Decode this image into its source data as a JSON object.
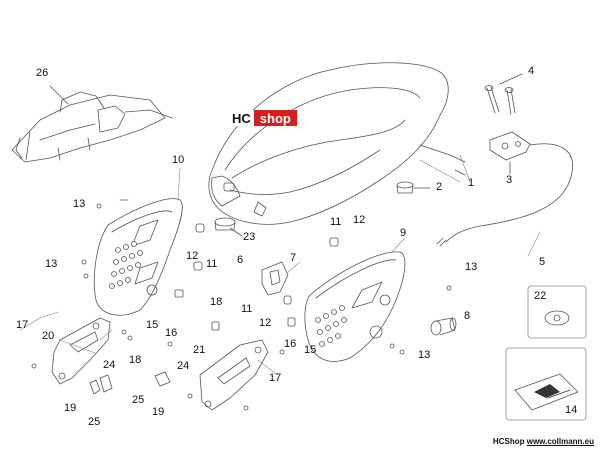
{
  "brand": {
    "hc": "HC",
    "shop": "shop",
    "shop_color": "#d41f1f"
  },
  "footer": {
    "text": "HCShop",
    "url": "www.collmann.eu"
  },
  "parts": [
    {
      "id": "p26",
      "label": "26"
    },
    {
      "id": "p4",
      "label": "4"
    },
    {
      "id": "p10",
      "label": "10"
    },
    {
      "id": "p1",
      "label": "1"
    },
    {
      "id": "p2",
      "label": "2"
    },
    {
      "id": "p3",
      "label": "3"
    },
    {
      "id": "p13a",
      "label": "13"
    },
    {
      "id": "p13b",
      "label": "13"
    },
    {
      "id": "p13c",
      "label": "13"
    },
    {
      "id": "p13d",
      "label": "13"
    },
    {
      "id": "p11a",
      "label": "11"
    },
    {
      "id": "p12a",
      "label": "12"
    },
    {
      "id": "p9",
      "label": "9"
    },
    {
      "id": "p23",
      "label": "23"
    },
    {
      "id": "p12b",
      "label": "12"
    },
    {
      "id": "p11b",
      "label": "11"
    },
    {
      "id": "p6",
      "label": "6"
    },
    {
      "id": "p7",
      "label": "7"
    },
    {
      "id": "p5",
      "label": "5"
    },
    {
      "id": "p22",
      "label": "22"
    },
    {
      "id": "p18a",
      "label": "18"
    },
    {
      "id": "p11c",
      "label": "11"
    },
    {
      "id": "p12c",
      "label": "12"
    },
    {
      "id": "p8",
      "label": "8"
    },
    {
      "id": "p17a",
      "label": "17"
    },
    {
      "id": "p15a",
      "label": "15"
    },
    {
      "id": "p16a",
      "label": "16"
    },
    {
      "id": "p20",
      "label": "20"
    },
    {
      "id": "p16b",
      "label": "16"
    },
    {
      "id": "p15b",
      "label": "15"
    },
    {
      "id": "p21",
      "label": "21"
    },
    {
      "id": "p24a",
      "label": "24"
    },
    {
      "id": "p18b",
      "label": "18"
    },
    {
      "id": "p24b",
      "label": "24"
    },
    {
      "id": "p17b",
      "label": "17"
    },
    {
      "id": "p25a",
      "label": "25"
    },
    {
      "id": "p19a",
      "label": "19"
    },
    {
      "id": "p19b",
      "label": "19"
    },
    {
      "id": "p25b",
      "label": "25"
    },
    {
      "id": "p14",
      "label": "14"
    }
  ]
}
